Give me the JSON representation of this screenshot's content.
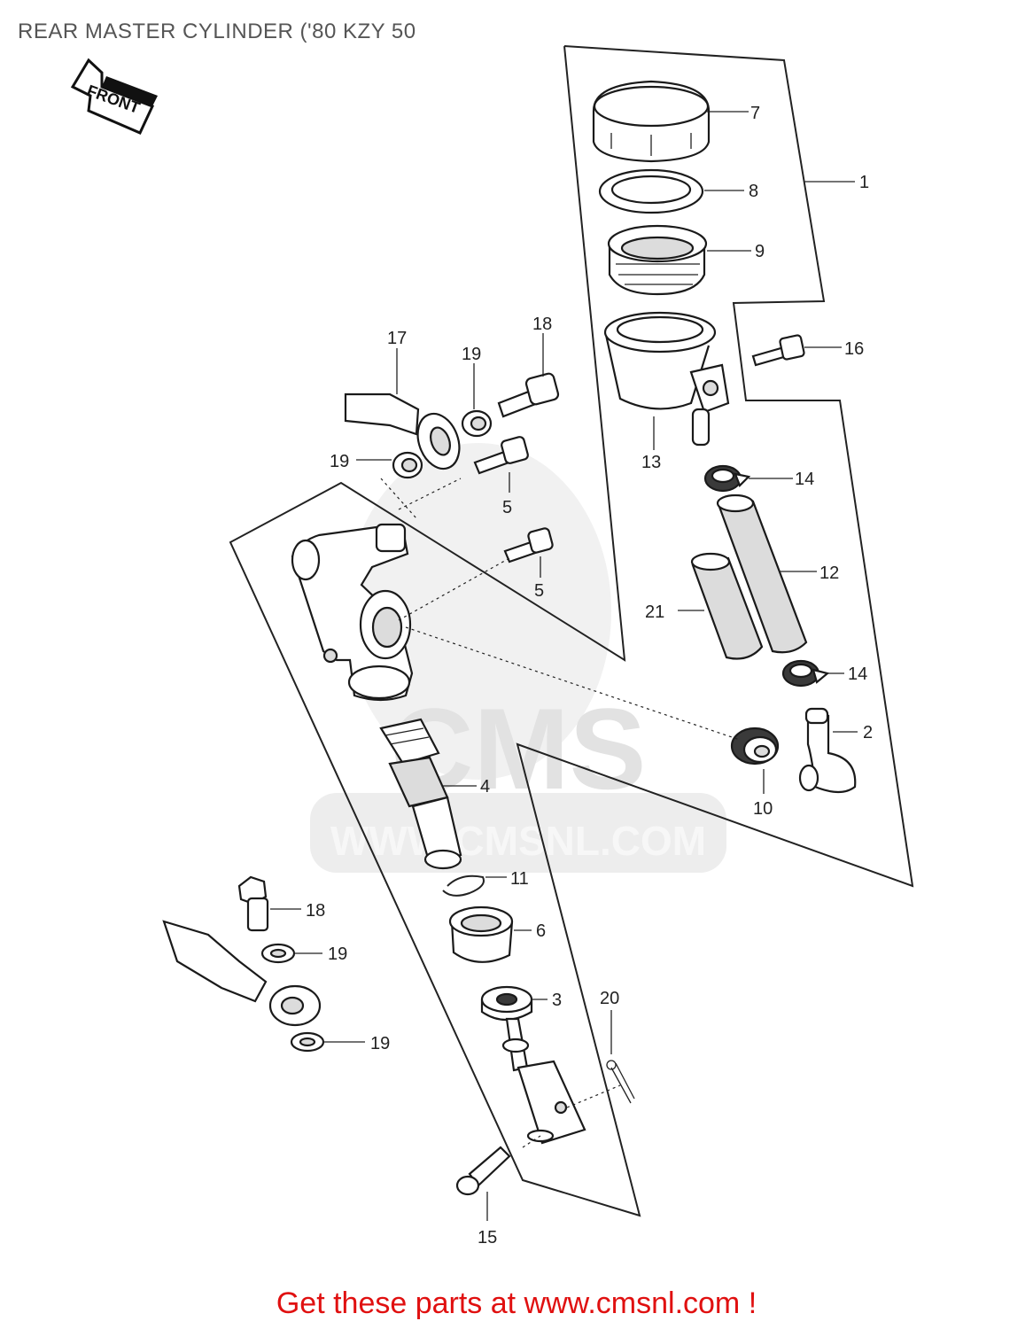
{
  "title": "REAR MASTER CYLINDER ('80 KZY 50",
  "front_arrow_label": "FRONT",
  "watermark": {
    "brand": "CMS",
    "url": "WWW.CMSNL.COM"
  },
  "callouts": [
    {
      "id": "c1",
      "label": "1"
    },
    {
      "id": "c2",
      "label": "2"
    },
    {
      "id": "c3",
      "label": "3"
    },
    {
      "id": "c4",
      "label": "4"
    },
    {
      "id": "c5a",
      "label": "5"
    },
    {
      "id": "c5b",
      "label": "5"
    },
    {
      "id": "c6",
      "label": "6"
    },
    {
      "id": "c7",
      "label": "7"
    },
    {
      "id": "c8",
      "label": "8"
    },
    {
      "id": "c9",
      "label": "9"
    },
    {
      "id": "c10",
      "label": "10"
    },
    {
      "id": "c11",
      "label": "11"
    },
    {
      "id": "c12",
      "label": "12"
    },
    {
      "id": "c13",
      "label": "13"
    },
    {
      "id": "c14a",
      "label": "14"
    },
    {
      "id": "c14b",
      "label": "14"
    },
    {
      "id": "c15",
      "label": "15"
    },
    {
      "id": "c16",
      "label": "16"
    },
    {
      "id": "c17",
      "label": "17"
    },
    {
      "id": "c18a",
      "label": "18"
    },
    {
      "id": "c18b",
      "label": "18"
    },
    {
      "id": "c19a",
      "label": "19"
    },
    {
      "id": "c19b",
      "label": "19"
    },
    {
      "id": "c19c",
      "label": "19"
    },
    {
      "id": "c19d",
      "label": "19"
    },
    {
      "id": "c20",
      "label": "20"
    },
    {
      "id": "c21",
      "label": "21"
    }
  ],
  "footer": "Get these parts at www.cmsnl.com !"
}
